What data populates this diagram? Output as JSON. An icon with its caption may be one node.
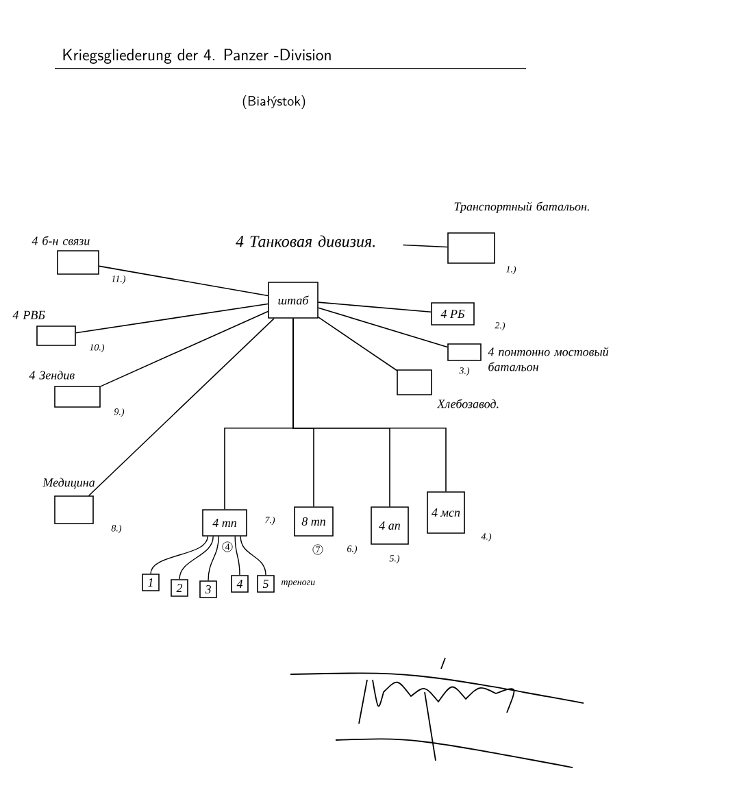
{
  "diagram": {
    "title": "Kriegsgliederung der 4. Panzer -Division",
    "nodes": [
      {
        "text": [
          "штаб"
        ]
      },
      {
        "text": [
          "4 Танковая дивизия."
        ]
      },
      {
        "text": [
          "Транспортный батальон."
        ],
        "beside": [
          "1.)"
        ]
      },
      {
        "text": [
          "4 РБ"
        ],
        "beside": [
          "2.)"
        ]
      },
      {
        "text": [
          "4 понтонно мостовый батальон"
        ],
        "beside": [
          "3.)"
        ]
      },
      {
        "text": [
          "Хлебозавод."
        ]
      },
      {
        "text": [
          "4 б-н связи"
        ],
        "beside": [
          "11.)"
        ]
      },
      {
        "text": [
          "4 РВБ"
        ],
        "beside": [
          "10.)"
        ]
      },
      {
        "text": [
          "4 Зендив"
        ],
        "beside": [
          "9.)"
        ]
      },
      {
        "text": [
          "Медицина"
        ],
        "beside": [
          "8.)"
        ]
      },
      {
        "text": [
          "4 тп"
        ],
        "beside": [
          "7.)"
        ]
      },
      {
        "text": [
          "8 тп"
        ],
        "beside": [
          "6.)"
        ]
      },
      {
        "text": [
          "4 ап"
        ],
        "beside": [
          "5.)"
        ]
      },
      {
        "text": [
          "4 мсп"
        ],
        "beside": [
          "4.)"
        ]
      },
      {
        "text": [
          "1"
        ]
      },
      {
        "text": [
          "2"
        ]
      },
      {
        "text": [
          "3"
        ]
      },
      {
        "text": [
          "4"
        ]
      },
      {
        "text": [
          "5"
        ],
        "beside": [
          "треноги"
        ]
      }
    ],
    "edges": [
      {
        "from": 1,
        "to": 2,
        "arrow": "none"
      },
      {
        "from": 0,
        "to": 3,
        "arrow": "none"
      },
      {
        "from": 0,
        "to": 4,
        "arrow": "none"
      },
      {
        "from": 0,
        "to": 5,
        "arrow": "none"
      },
      {
        "from": 0,
        "to": 6,
        "arrow": "none"
      },
      {
        "from": 0,
        "to": 7,
        "arrow": "none"
      },
      {
        "from": 0,
        "to": 8,
        "arrow": "none"
      },
      {
        "from": 0,
        "to": 9,
        "arrow": "none"
      },
      {
        "from": 0,
        "to": 10,
        "arrow": "none"
      },
      {
        "from": 0,
        "to": 11,
        "arrow": "none"
      },
      {
        "from": 0,
        "to": 12,
        "arrow": "none"
      },
      {
        "from": 0,
        "to": 13,
        "arrow": "none"
      },
      {
        "from": 10,
        "to": 14,
        "arrow": "none"
      },
      {
        "from": 10,
        "to": 15,
        "arrow": "none"
      },
      {
        "from": 10,
        "to": 16,
        "arrow": "none"
      },
      {
        "from": 10,
        "to": 17,
        "arrow": "none"
      },
      {
        "from": 10,
        "to": 18,
        "arrow": "none"
      }
    ],
    "labels": [
      "(Białýstok)",
      "4",
      "7"
    ]
  }
}
